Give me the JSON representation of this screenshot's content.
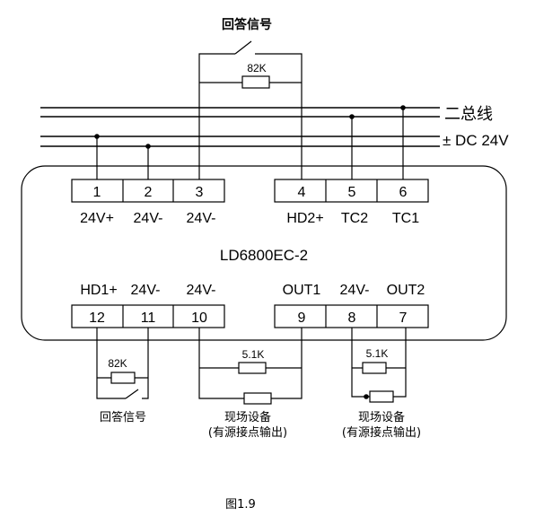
{
  "top_label": "回答信号",
  "bus_labels": {
    "two_bus": "二总线",
    "dc": "± DC 24V"
  },
  "resistor_82k": "82K",
  "module_name": "LD6800EC-2",
  "top_terminals": [
    {
      "num": "1",
      "label": "24V+"
    },
    {
      "num": "2",
      "label": "24V-"
    },
    {
      "num": "3",
      "label": "24V-"
    },
    {
      "num": "4",
      "label": "HD2+"
    },
    {
      "num": "5",
      "label": "TC2"
    },
    {
      "num": "6",
      "label": "TC1"
    }
  ],
  "bottom_terminals": [
    {
      "num": "12",
      "label": "HD1+"
    },
    {
      "num": "11",
      "label": "24V-"
    },
    {
      "num": "10",
      "label": "24V-"
    },
    {
      "num": "9",
      "label": "OUT1"
    },
    {
      "num": "8",
      "label": "24V-"
    },
    {
      "num": "7",
      "label": "OUT2"
    }
  ],
  "bottom_left_resistor": "82K",
  "bottom_left_label": "回答信号",
  "mid_resistor": "5.1K",
  "right_resistor": "5.1K",
  "device_label_1": "现场设备",
  "device_label_2": "(有源接点输出)",
  "figure_caption": "图1.9"
}
